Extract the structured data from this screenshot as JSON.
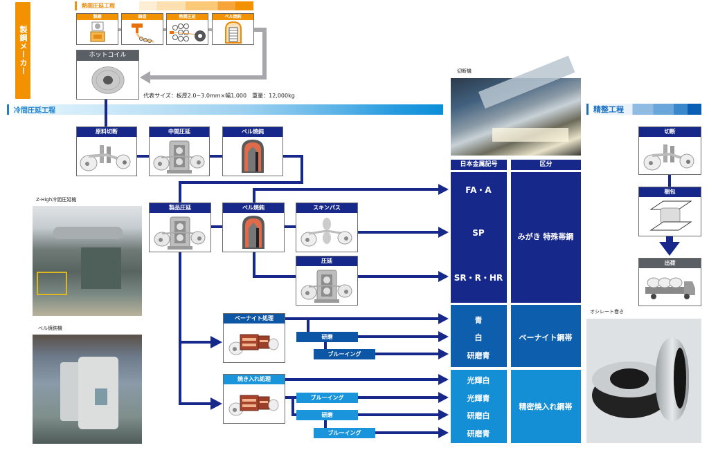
{
  "maker_label": "製鋼メーカー",
  "hot_rolling": {
    "title": "熱間圧延工程",
    "steps": [
      {
        "label": "製鋼",
        "icon": "steelmaking-furnace-icon"
      },
      {
        "label": "鋳造",
        "icon": "casting-icon"
      },
      {
        "label": "熱間圧延",
        "icon": "hot-rolling-rolls-icon"
      },
      {
        "label": "ベル焼鈍",
        "icon": "bell-annealing-icon"
      }
    ]
  },
  "hot_coil": {
    "label": "ホットコイル",
    "spec": "代表サイズ：板厚2.0~3.0mm×幅1,000　重量：12,000kg"
  },
  "cold_rolling": {
    "title": "冷間圧延工程",
    "row1": [
      {
        "label": "原料切断",
        "icon": "slitting-machine-icon"
      },
      {
        "label": "中間圧延",
        "icon": "rolling-mill-icon"
      },
      {
        "label": "ベル焼鈍",
        "icon": "bell-furnace-icon"
      }
    ],
    "row2": [
      {
        "label": "製品圧延",
        "icon": "rolling-mill-icon"
      },
      {
        "label": "ベル焼鈍",
        "icon": "bell-furnace-icon"
      },
      {
        "label": "スキンパス",
        "icon": "skin-pass-icon"
      }
    ],
    "rolling": {
      "label": "圧延",
      "icon": "rolling-mill-icon"
    },
    "bainite": {
      "label": "ベーナイト処理",
      "polish": "研磨",
      "bluing": "ブルーイング"
    },
    "quench": {
      "label": "焼き入れ処理",
      "bluing1": "ブルーイング",
      "polish": "研磨",
      "bluing2": "ブルーイング"
    }
  },
  "photos": {
    "cutter": "切断機",
    "zhigh": "Z-High冷間圧延機",
    "bell": "ベル焼鈍機",
    "oscillate": "オシレート巻き"
  },
  "table": {
    "headers": [
      "日本金属記号",
      "区分"
    ],
    "groups": [
      {
        "codes": [
          "FA・A",
          "SP",
          "SR・R・HR"
        ],
        "category": "みがき 特殊帯鋼"
      },
      {
        "codes": [
          "青",
          "白",
          "研磨青"
        ],
        "category": "ベーナイト鋼帯"
      },
      {
        "codes": [
          "光輝白",
          "光輝青",
          "研磨白",
          "研磨青"
        ],
        "category": "精密焼入れ鋼帯"
      }
    ]
  },
  "finishing": {
    "title": "精整工程",
    "steps": [
      {
        "label": "切断",
        "icon": "slitting-icon"
      },
      {
        "label": "梱包",
        "icon": "packing-icon"
      },
      {
        "label": "出荷",
        "icon": "truck-icon"
      }
    ]
  },
  "colors": {
    "hot_accent": "#f39200",
    "navy": "#16288a",
    "mid_blue": "#0d5fae",
    "light_blue": "#148fd6",
    "gray_route": "#a6a6ab",
    "cold_title": "#1b7fd0"
  }
}
